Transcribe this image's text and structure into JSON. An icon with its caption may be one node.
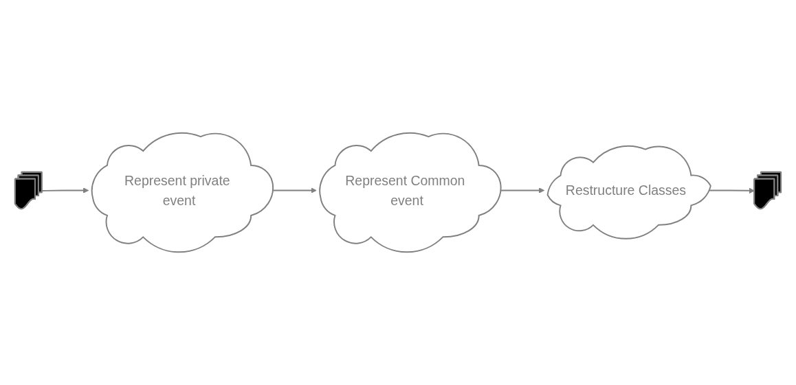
{
  "diagram": {
    "nodes": [
      {
        "text": [],
        "shape": "box"
      },
      {
        "text": [
          "Represent private event"
        ]
      },
      {
        "text": [
          "Represent Common event"
        ]
      },
      {
        "text": [
          "Restructure Classes"
        ]
      },
      {
        "text": [],
        "shape": "box"
      }
    ],
    "edges": [
      {
        "from": 0,
        "to": 1,
        "arrow": "to"
      },
      {
        "from": 1,
        "to": 2,
        "arrow": "to"
      },
      {
        "from": 2,
        "to": 3,
        "arrow": "to"
      },
      {
        "from": 3,
        "to": 4,
        "arrow": "to"
      }
    ]
  }
}
